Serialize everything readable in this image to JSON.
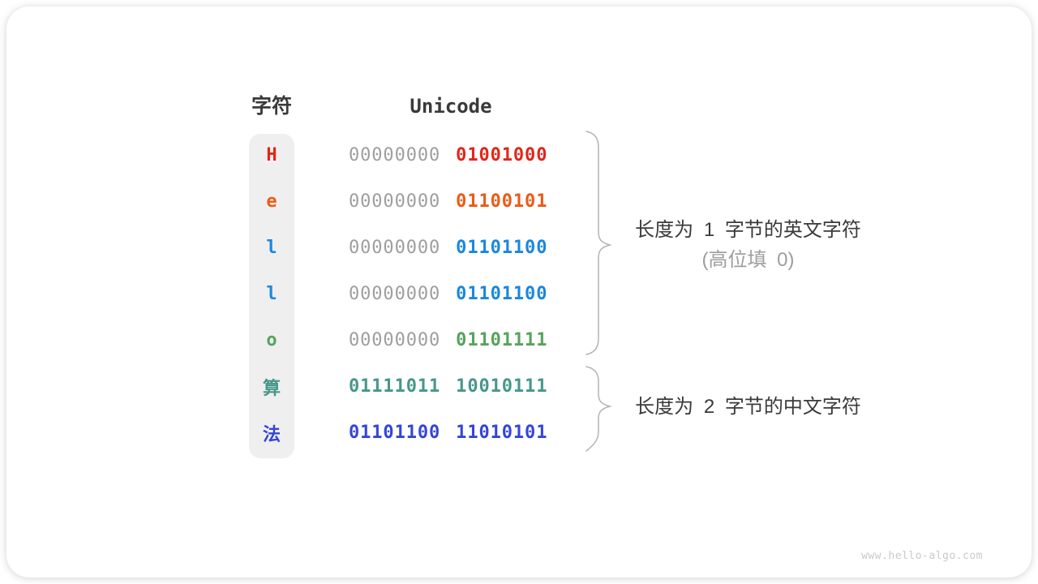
{
  "headers": {
    "char": "字符",
    "unicode": "Unicode"
  },
  "table": {
    "muted_color": "#9e9e9e",
    "rows": [
      {
        "char": "H",
        "color": "#e0261a",
        "high_byte": "00000000",
        "low_byte": "01001000",
        "high_byte_muted": true
      },
      {
        "char": "e",
        "color": "#ea5b17",
        "high_byte": "00000000",
        "low_byte": "01100101",
        "high_byte_muted": true
      },
      {
        "char": "l",
        "color": "#1b87dd",
        "high_byte": "00000000",
        "low_byte": "01101100",
        "high_byte_muted": true
      },
      {
        "char": "l",
        "color": "#1b87dd",
        "high_byte": "00000000",
        "low_byte": "01101100",
        "high_byte_muted": true
      },
      {
        "char": "o",
        "color": "#57a35c",
        "high_byte": "00000000",
        "low_byte": "01101111",
        "high_byte_muted": true
      },
      {
        "char": "算",
        "color": "#47978a",
        "high_byte": "01111011",
        "low_byte": "10010111",
        "high_byte_muted": false
      },
      {
        "char": "法",
        "color": "#3446d4",
        "high_byte": "01101100",
        "low_byte": "11010101",
        "high_byte_muted": false
      }
    ]
  },
  "annotations": {
    "one_byte": {
      "line1": "长度为 1 字节的英文字符",
      "line2": "(高位填 0)"
    },
    "two_byte": {
      "line1": "长度为 2 字节的中文字符"
    }
  },
  "brace_color": "#b3b3b3",
  "watermark": "www.hello-algo.com"
}
